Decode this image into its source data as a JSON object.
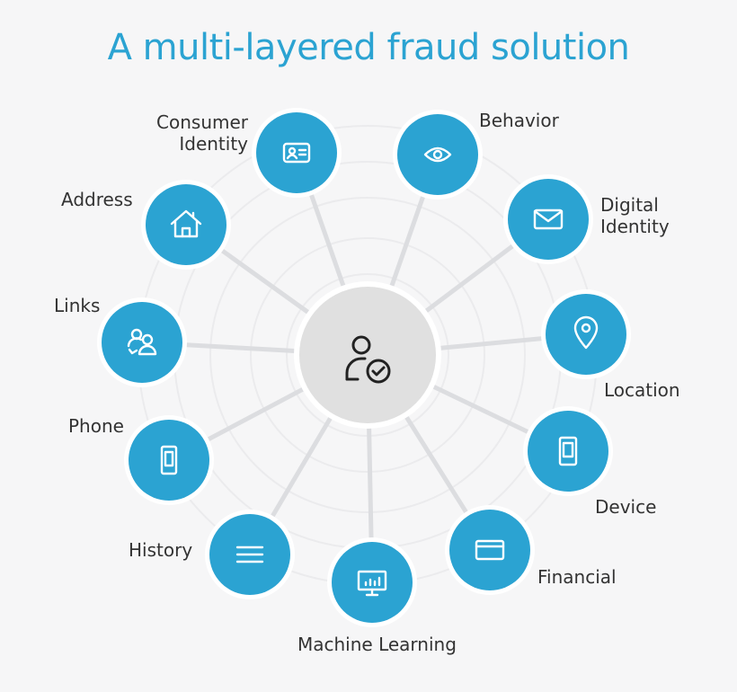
{
  "title": "A multi-layered fraud solution",
  "colors": {
    "node": "#2ba3d2",
    "title": "#2ba3d2",
    "center": "#e0e0e0",
    "spoke": "#dcdde0"
  },
  "center": {
    "icon": "user-check-icon"
  },
  "nodes": [
    {
      "id": "consumer-identity",
      "label_lines": [
        "Consumer",
        "Identity"
      ],
      "icon": "id-card-icon"
    },
    {
      "id": "behavior",
      "label_lines": [
        "Behavior"
      ],
      "icon": "eye-icon"
    },
    {
      "id": "digital-identity",
      "label_lines": [
        "Digital",
        "Identity"
      ],
      "icon": "envelope-icon"
    },
    {
      "id": "location",
      "label_lines": [
        "Location"
      ],
      "icon": "map-pin-icon"
    },
    {
      "id": "device",
      "label_lines": [
        "Device"
      ],
      "icon": "tablet-icon"
    },
    {
      "id": "financial",
      "label_lines": [
        "Financial"
      ],
      "icon": "credit-card-icon"
    },
    {
      "id": "machine-learning",
      "label_lines": [
        "Machine Learning"
      ],
      "icon": "monitor-chart-icon"
    },
    {
      "id": "history",
      "label_lines": [
        "History"
      ],
      "icon": "list-icon"
    },
    {
      "id": "phone",
      "label_lines": [
        "Phone"
      ],
      "icon": "phone-icon"
    },
    {
      "id": "links",
      "label_lines": [
        "Links"
      ],
      "icon": "linked-users-icon"
    },
    {
      "id": "address",
      "label_lines": [
        "Address"
      ],
      "icon": "house-icon"
    }
  ]
}
